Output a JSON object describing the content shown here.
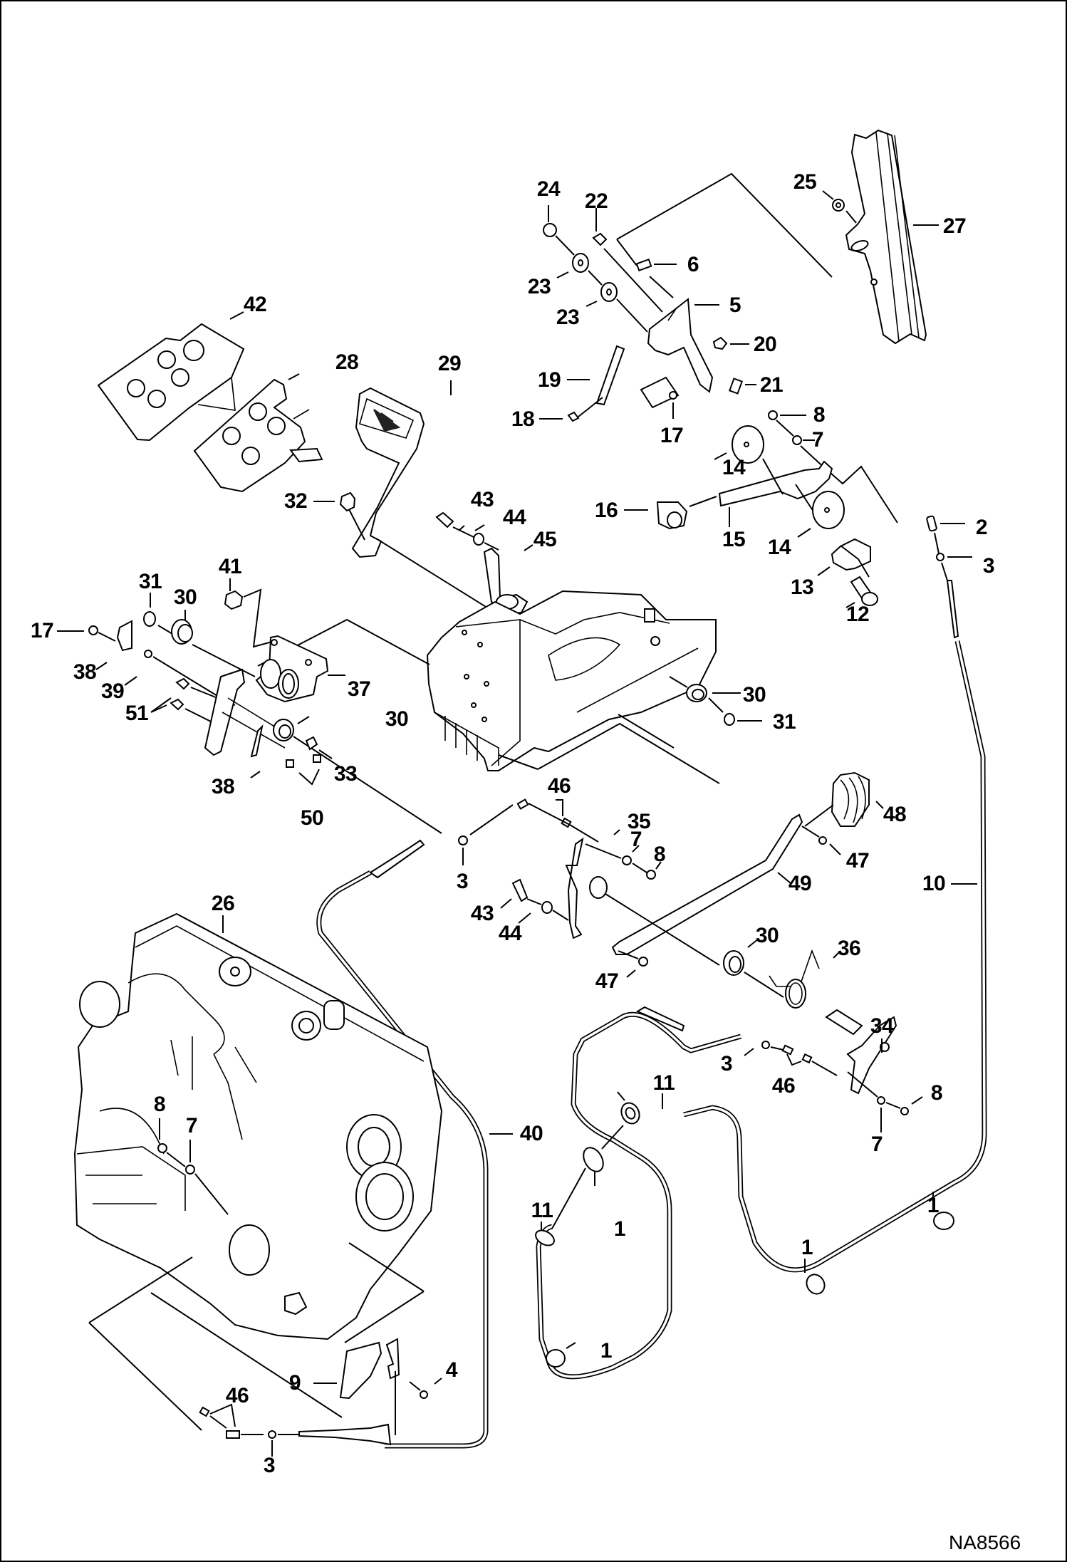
{
  "diagram": {
    "title": "Exploded parts diagram - foot pedal / throttle control linkage with engine",
    "drawing_id": "NA8566",
    "callouts": [
      {
        "id": "c24a",
        "label": "24",
        "part": "nut"
      },
      {
        "id": "c22",
        "label": "22",
        "part": "bolt"
      },
      {
        "id": "c25",
        "label": "25",
        "part": "nut"
      },
      {
        "id": "c27",
        "label": "27",
        "part": "mounting channel"
      },
      {
        "id": "c6",
        "label": "6",
        "part": "nut plate"
      },
      {
        "id": "c5",
        "label": "5",
        "part": "bracket"
      },
      {
        "id": "c23a",
        "label": "23",
        "part": "washer"
      },
      {
        "id": "c23b",
        "label": "23",
        "part": "washer"
      },
      {
        "id": "c20",
        "label": "20",
        "part": "bolt"
      },
      {
        "id": "c19",
        "label": "19",
        "part": "link"
      },
      {
        "id": "c21",
        "label": "21",
        "part": "clip"
      },
      {
        "id": "c18",
        "label": "18",
        "part": "bolt"
      },
      {
        "id": "c17a",
        "label": "17",
        "part": "nut"
      },
      {
        "id": "c8a",
        "label": "8",
        "part": "nut"
      },
      {
        "id": "c7a",
        "label": "7",
        "part": "washer"
      },
      {
        "id": "c14a",
        "label": "14",
        "part": "friction disc"
      },
      {
        "id": "c16",
        "label": "16",
        "part": "knob"
      },
      {
        "id": "c15",
        "label": "15",
        "part": "hand throttle lever"
      },
      {
        "id": "c14b",
        "label": "14",
        "part": "friction disc"
      },
      {
        "id": "c2",
        "label": "2",
        "part": "cable end"
      },
      {
        "id": "c3a",
        "label": "3",
        "part": "nut"
      },
      {
        "id": "c13",
        "label": "13",
        "part": "lever plate"
      },
      {
        "id": "c12",
        "label": "12",
        "part": "pivot bolt"
      },
      {
        "id": "c42",
        "label": "42",
        "part": "pedal pad"
      },
      {
        "id": "c28",
        "label": "28",
        "part": "pedal pad"
      },
      {
        "id": "c29",
        "label": "29",
        "part": "foot pedal"
      },
      {
        "id": "c32",
        "label": "32",
        "part": "bolt"
      },
      {
        "id": "c43a",
        "label": "43",
        "part": "bolt"
      },
      {
        "id": "c44a",
        "label": "44",
        "part": "spacer"
      },
      {
        "id": "c45",
        "label": "45",
        "part": "pedal arm"
      },
      {
        "id": "c41",
        "label": "41",
        "part": "bolt"
      },
      {
        "id": "c31a",
        "label": "31",
        "part": "snap ring"
      },
      {
        "id": "c30a",
        "label": "30",
        "part": "bushing"
      },
      {
        "id": "c17b",
        "label": "17",
        "part": "nut"
      },
      {
        "id": "c38a",
        "label": "38",
        "part": "clip"
      },
      {
        "id": "c39",
        "label": "39",
        "part": "washer"
      },
      {
        "id": "c51",
        "label": "51",
        "part": "bolt"
      },
      {
        "id": "c37",
        "label": "37",
        "part": "pedal mount"
      },
      {
        "id": "c30b",
        "label": "30",
        "part": "bushing"
      },
      {
        "id": "c33",
        "label": "33",
        "part": "bolt"
      },
      {
        "id": "c38b",
        "label": "38",
        "part": "clip"
      },
      {
        "id": "c50",
        "label": "50",
        "part": "nut"
      },
      {
        "id": "c30c",
        "label": "30",
        "part": "bushing"
      },
      {
        "id": "c31b",
        "label": "31",
        "part": "snap ring"
      },
      {
        "id": "c46a",
        "label": "46",
        "part": "ball joint"
      },
      {
        "id": "c35",
        "label": "35",
        "part": "bellcrank"
      },
      {
        "id": "c7b",
        "label": "7",
        "part": "washer"
      },
      {
        "id": "c8b",
        "label": "8",
        "part": "nut"
      },
      {
        "id": "c3b",
        "label": "3",
        "part": "nut"
      },
      {
        "id": "c48",
        "label": "48",
        "part": "boot"
      },
      {
        "id": "c47a",
        "label": "47",
        "part": "nut"
      },
      {
        "id": "c49",
        "label": "49",
        "part": "rod"
      },
      {
        "id": "c10",
        "label": "10",
        "part": "cable"
      },
      {
        "id": "c43b",
        "label": "43",
        "part": "bolt"
      },
      {
        "id": "c44b",
        "label": "44",
        "part": "spacer"
      },
      {
        "id": "c26",
        "label": "26",
        "part": "engine"
      },
      {
        "id": "c30d",
        "label": "30",
        "part": "bushing"
      },
      {
        "id": "c36",
        "label": "36",
        "part": "spring"
      },
      {
        "id": "c47b",
        "label": "47",
        "part": "nut"
      },
      {
        "id": "c34",
        "label": "34",
        "part": "lever shaft"
      },
      {
        "id": "c3c",
        "label": "3",
        "part": "nut"
      },
      {
        "id": "c46b",
        "label": "46",
        "part": "ball joint"
      },
      {
        "id": "c11a",
        "label": "11",
        "part": "grommet"
      },
      {
        "id": "c8c",
        "label": "8",
        "part": "nut"
      },
      {
        "id": "c7c",
        "label": "7",
        "part": "washer"
      },
      {
        "id": "c8d",
        "label": "8",
        "part": "nut"
      },
      {
        "id": "c7d",
        "label": "7",
        "part": "washer"
      },
      {
        "id": "c40",
        "label": "40",
        "part": "cable"
      },
      {
        "id": "c11b",
        "label": "11",
        "part": "grommet"
      },
      {
        "id": "c1a",
        "label": "1",
        "part": "cable tie"
      },
      {
        "id": "c1b",
        "label": "1",
        "part": "cable tie"
      },
      {
        "id": "c1c",
        "label": "1",
        "part": "cable tie"
      },
      {
        "id": "c1d",
        "label": "1",
        "part": "cable tie"
      },
      {
        "id": "c9",
        "label": "9",
        "part": "cable bracket"
      },
      {
        "id": "c4",
        "label": "4",
        "part": "nut"
      },
      {
        "id": "c46c",
        "label": "46",
        "part": "ball joint"
      },
      {
        "id": "c3d",
        "label": "3",
        "part": "nut"
      }
    ]
  }
}
